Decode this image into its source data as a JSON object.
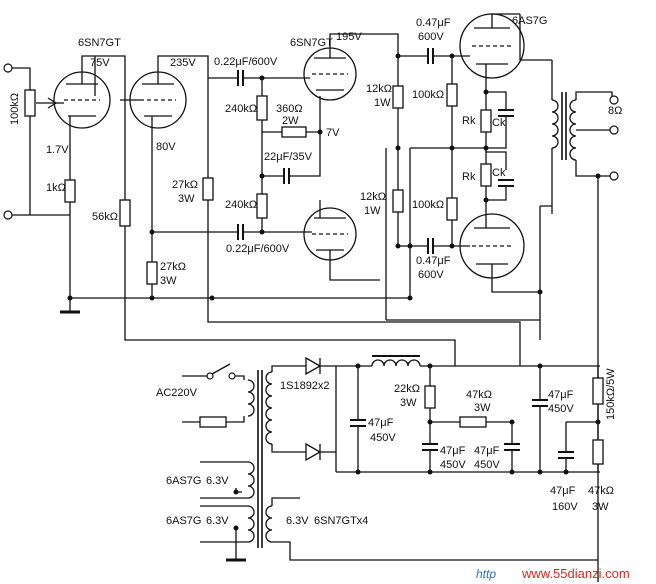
{
  "labels": {
    "tube_v1": "6SN7GT",
    "tube_v2": "6SN7GT",
    "tube_out": "6AS7G",
    "v75": "75V",
    "v235": "235V",
    "v195": "195V",
    "v80": "80V",
    "v17": "1.7V",
    "v7": "7V",
    "pot": "100kΩ",
    "r1k": "1kΩ",
    "r56k": "56kΩ",
    "r27k_a": "27kΩ",
    "w3_a": "3W",
    "r27k_b": "27kΩ",
    "w3_b": "3W",
    "c022_top": "0.22μF/600V",
    "c022_bot": "0.22μF/600V",
    "r240k_top": "240kΩ",
    "r240k_bot": "240kΩ",
    "r360": "360Ω",
    "w2": "2W",
    "c22": "22μF/35V",
    "r12k_a": "12kΩ",
    "w1_a": "1W",
    "r12k_b": "12kΩ",
    "w1_b": "1W",
    "c047_top": "0.47μF",
    "v600_top": "600V",
    "c047_bot": "0.47μF",
    "v600_bot": "600V",
    "r100k_a": "100kΩ",
    "r100k_b": "100kΩ",
    "rk_a": "Rk",
    "rk_b": "Rk",
    "ck_a": "Ck",
    "ck_b": "Ck",
    "out_80": "8Ω",
    "ac220": "AC220V",
    "diode": "1S1892x2",
    "r22k": "22kΩ",
    "w3_c": "3W",
    "r47k_a": "47kΩ",
    "w3_d": "3W",
    "c47_a": "47μF",
    "v450_a": "450V",
    "c47_b": "47μF",
    "v450_b": "450V",
    "c47_c": "47μF",
    "v450_c": "450V",
    "c47_d": "47μF",
    "v450_d": "450V",
    "r150k": "150kΩ/5W",
    "c47_e": "47μF",
    "v160": "160V",
    "r47k_b": "47kΩ",
    "w3_e": "3W",
    "h1_tube": "6AS7G",
    "h1_volt": "6.3V",
    "h2_tube": "6AS7G",
    "h2_volt": "6.3V",
    "h3_volt": "6.3V",
    "h3_tube": "6SN7GTx4"
  },
  "watermark": {
    "prefix": "http",
    "site": "www.55dianzi.com"
  },
  "colors": {
    "ink": "#111111",
    "background": "#ffffff",
    "watermark_blue": "#2f6fb8",
    "watermark_red": "#d42a2a"
  }
}
